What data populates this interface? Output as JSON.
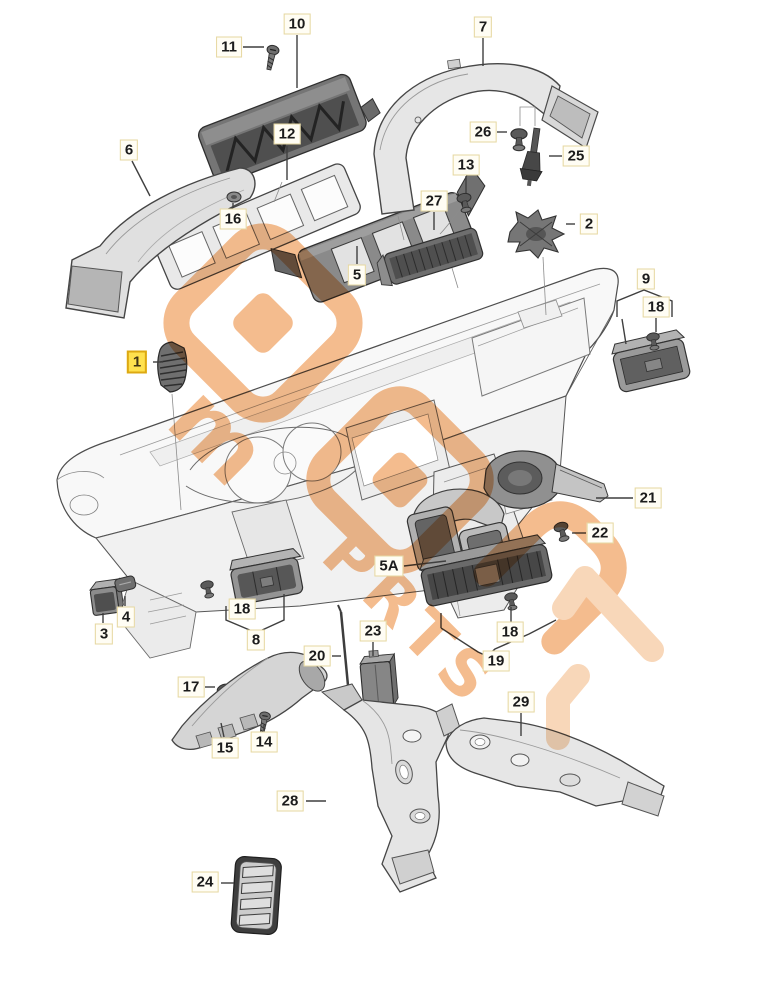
{
  "diagram": {
    "type": "exploded-parts-diagram",
    "subject": "dashboard air vents and ducts",
    "background": "#ffffff",
    "line_color": "#3f3f3f"
  },
  "label_style": {
    "bg": "#fffdf4",
    "border": "#e6d7a0",
    "highlight_bg": "#ffe14e",
    "highlight_border": "#dda912"
  },
  "watermark": {
    "color": "#f2ab72",
    "light_color": "#f7cda8",
    "glyphs": [
      "m",
      "P",
      "R",
      "T",
      "S"
    ]
  },
  "callouts": [
    {
      "part": "11",
      "highlighted": false
    },
    {
      "part": "10",
      "highlighted": false
    },
    {
      "part": "7",
      "highlighted": false
    },
    {
      "part": "26",
      "highlighted": false
    },
    {
      "part": "25",
      "highlighted": false
    },
    {
      "part": "6",
      "highlighted": false
    },
    {
      "part": "12",
      "highlighted": false
    },
    {
      "part": "16",
      "highlighted": false
    },
    {
      "part": "13",
      "highlighted": false
    },
    {
      "part": "27",
      "highlighted": false
    },
    {
      "part": "2",
      "highlighted": false
    },
    {
      "part": "5",
      "highlighted": false
    },
    {
      "part": "9",
      "highlighted": false
    },
    {
      "part": "18",
      "highlighted": false
    },
    {
      "part": "1",
      "highlighted": true
    },
    {
      "part": "21",
      "highlighted": false
    },
    {
      "part": "22",
      "highlighted": false
    },
    {
      "part": "5A",
      "highlighted": false
    },
    {
      "part": "18",
      "highlighted": false
    },
    {
      "part": "8",
      "highlighted": false
    },
    {
      "part": "4",
      "highlighted": false
    },
    {
      "part": "3",
      "highlighted": false
    },
    {
      "part": "17",
      "highlighted": false
    },
    {
      "part": "20",
      "highlighted": false
    },
    {
      "part": "23",
      "highlighted": false
    },
    {
      "part": "15",
      "highlighted": false
    },
    {
      "part": "14",
      "highlighted": false
    },
    {
      "part": "18",
      "highlighted": false
    },
    {
      "part": "19",
      "highlighted": false
    },
    {
      "part": "28",
      "highlighted": false
    },
    {
      "part": "29",
      "highlighted": false
    },
    {
      "part": "24",
      "highlighted": false
    }
  ]
}
